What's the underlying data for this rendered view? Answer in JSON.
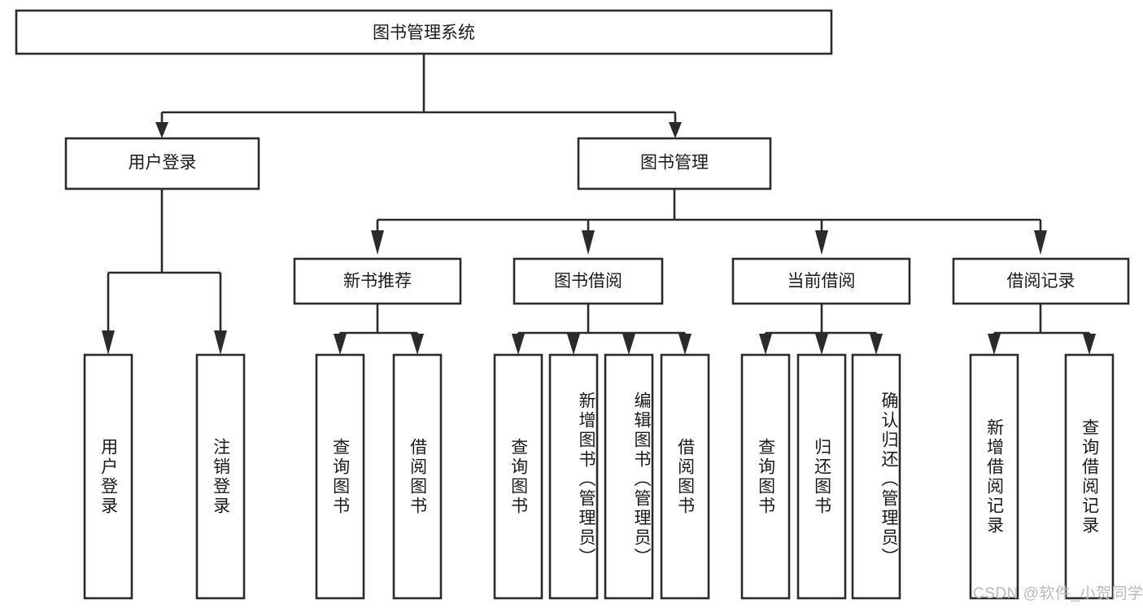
{
  "diagram": {
    "type": "tree-hierarchy",
    "title": "图书管理系统",
    "orientation": "top-down",
    "colors": {
      "box_stroke": "#2b2b2b",
      "box_fill": "#ffffff",
      "text": "#1a1a1a",
      "watermark": "#b9b9b9",
      "background": "#ffffff"
    },
    "root": {
      "label": "图书管理系统"
    },
    "level2": [
      {
        "label": "用户登录"
      },
      {
        "label": "图书管理"
      }
    ],
    "level3": [
      {
        "label": "新书推荐"
      },
      {
        "label": "图书借阅"
      },
      {
        "label": "当前借阅"
      },
      {
        "label": "借阅记录"
      }
    ],
    "leaves": {
      "user_login_children": [
        {
          "label": "用户登录"
        },
        {
          "label": "注销登录"
        }
      ],
      "new_book_children": [
        {
          "label": "查询图书"
        },
        {
          "label": "借阅图书"
        }
      ],
      "book_borrow_children": [
        {
          "label": "查询图书"
        },
        {
          "label": "新增图书（管理员）"
        },
        {
          "label": "编辑图书（管理员）"
        },
        {
          "label": "借阅图书"
        }
      ],
      "current_borrow_children": [
        {
          "label": "查询图书"
        },
        {
          "label": "归还图书"
        },
        {
          "label": "确认归还（管理员）"
        }
      ],
      "borrow_record_children": [
        {
          "label": "新增借阅记录"
        },
        {
          "label": "查询借阅记录"
        }
      ]
    }
  },
  "watermark": {
    "text": "CSDN @软件_小贺同学"
  }
}
